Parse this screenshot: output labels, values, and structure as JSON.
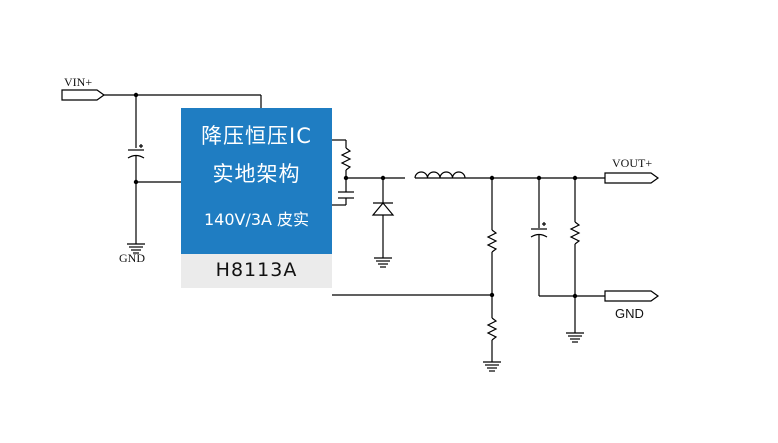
{
  "ic": {
    "line1": "降压恒压IC",
    "line2": "实地架构",
    "line3": "140V/3A 皮实",
    "part_number": "H8113A",
    "fill_color": "#1f7dc2",
    "part_fill_color": "#ebebeb"
  },
  "nets": {
    "vin": "VIN+",
    "gnd_left": "GND",
    "vout": "VOUT+",
    "gnd_right": "GND"
  },
  "wire_color": "#000000"
}
